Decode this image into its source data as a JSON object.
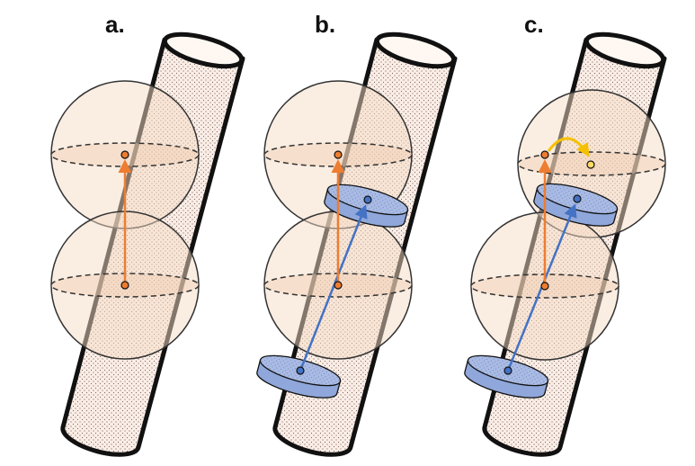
{
  "panels": [
    {
      "label": "a.",
      "shows_blue_disks": false,
      "shows_rotation_arrow": false
    },
    {
      "label": "b.",
      "shows_blue_disks": true,
      "shows_rotation_arrow": false
    },
    {
      "label": "c.",
      "shows_blue_disks": true,
      "shows_rotation_arrow": true
    }
  ],
  "colors": {
    "cylinder_fill": "#fbeee6",
    "cylinder_dots": "#7a6a64",
    "outline": "#111111",
    "sphere_fill": "#f6dcc6",
    "sphere_equator_fill": "#f1cdb0",
    "orange_vector": "#ed7d31",
    "blue_vector": "#4472c4",
    "disk_fill": "#a9bbe4",
    "disk_side": "#8fa7da",
    "rotation_arrow": "#f5c000",
    "rotation_point": "#ffd966"
  },
  "icons": [
    "orange-arrow-icon",
    "blue-arrow-icon",
    "yellow-rotation-arrow-icon"
  ]
}
